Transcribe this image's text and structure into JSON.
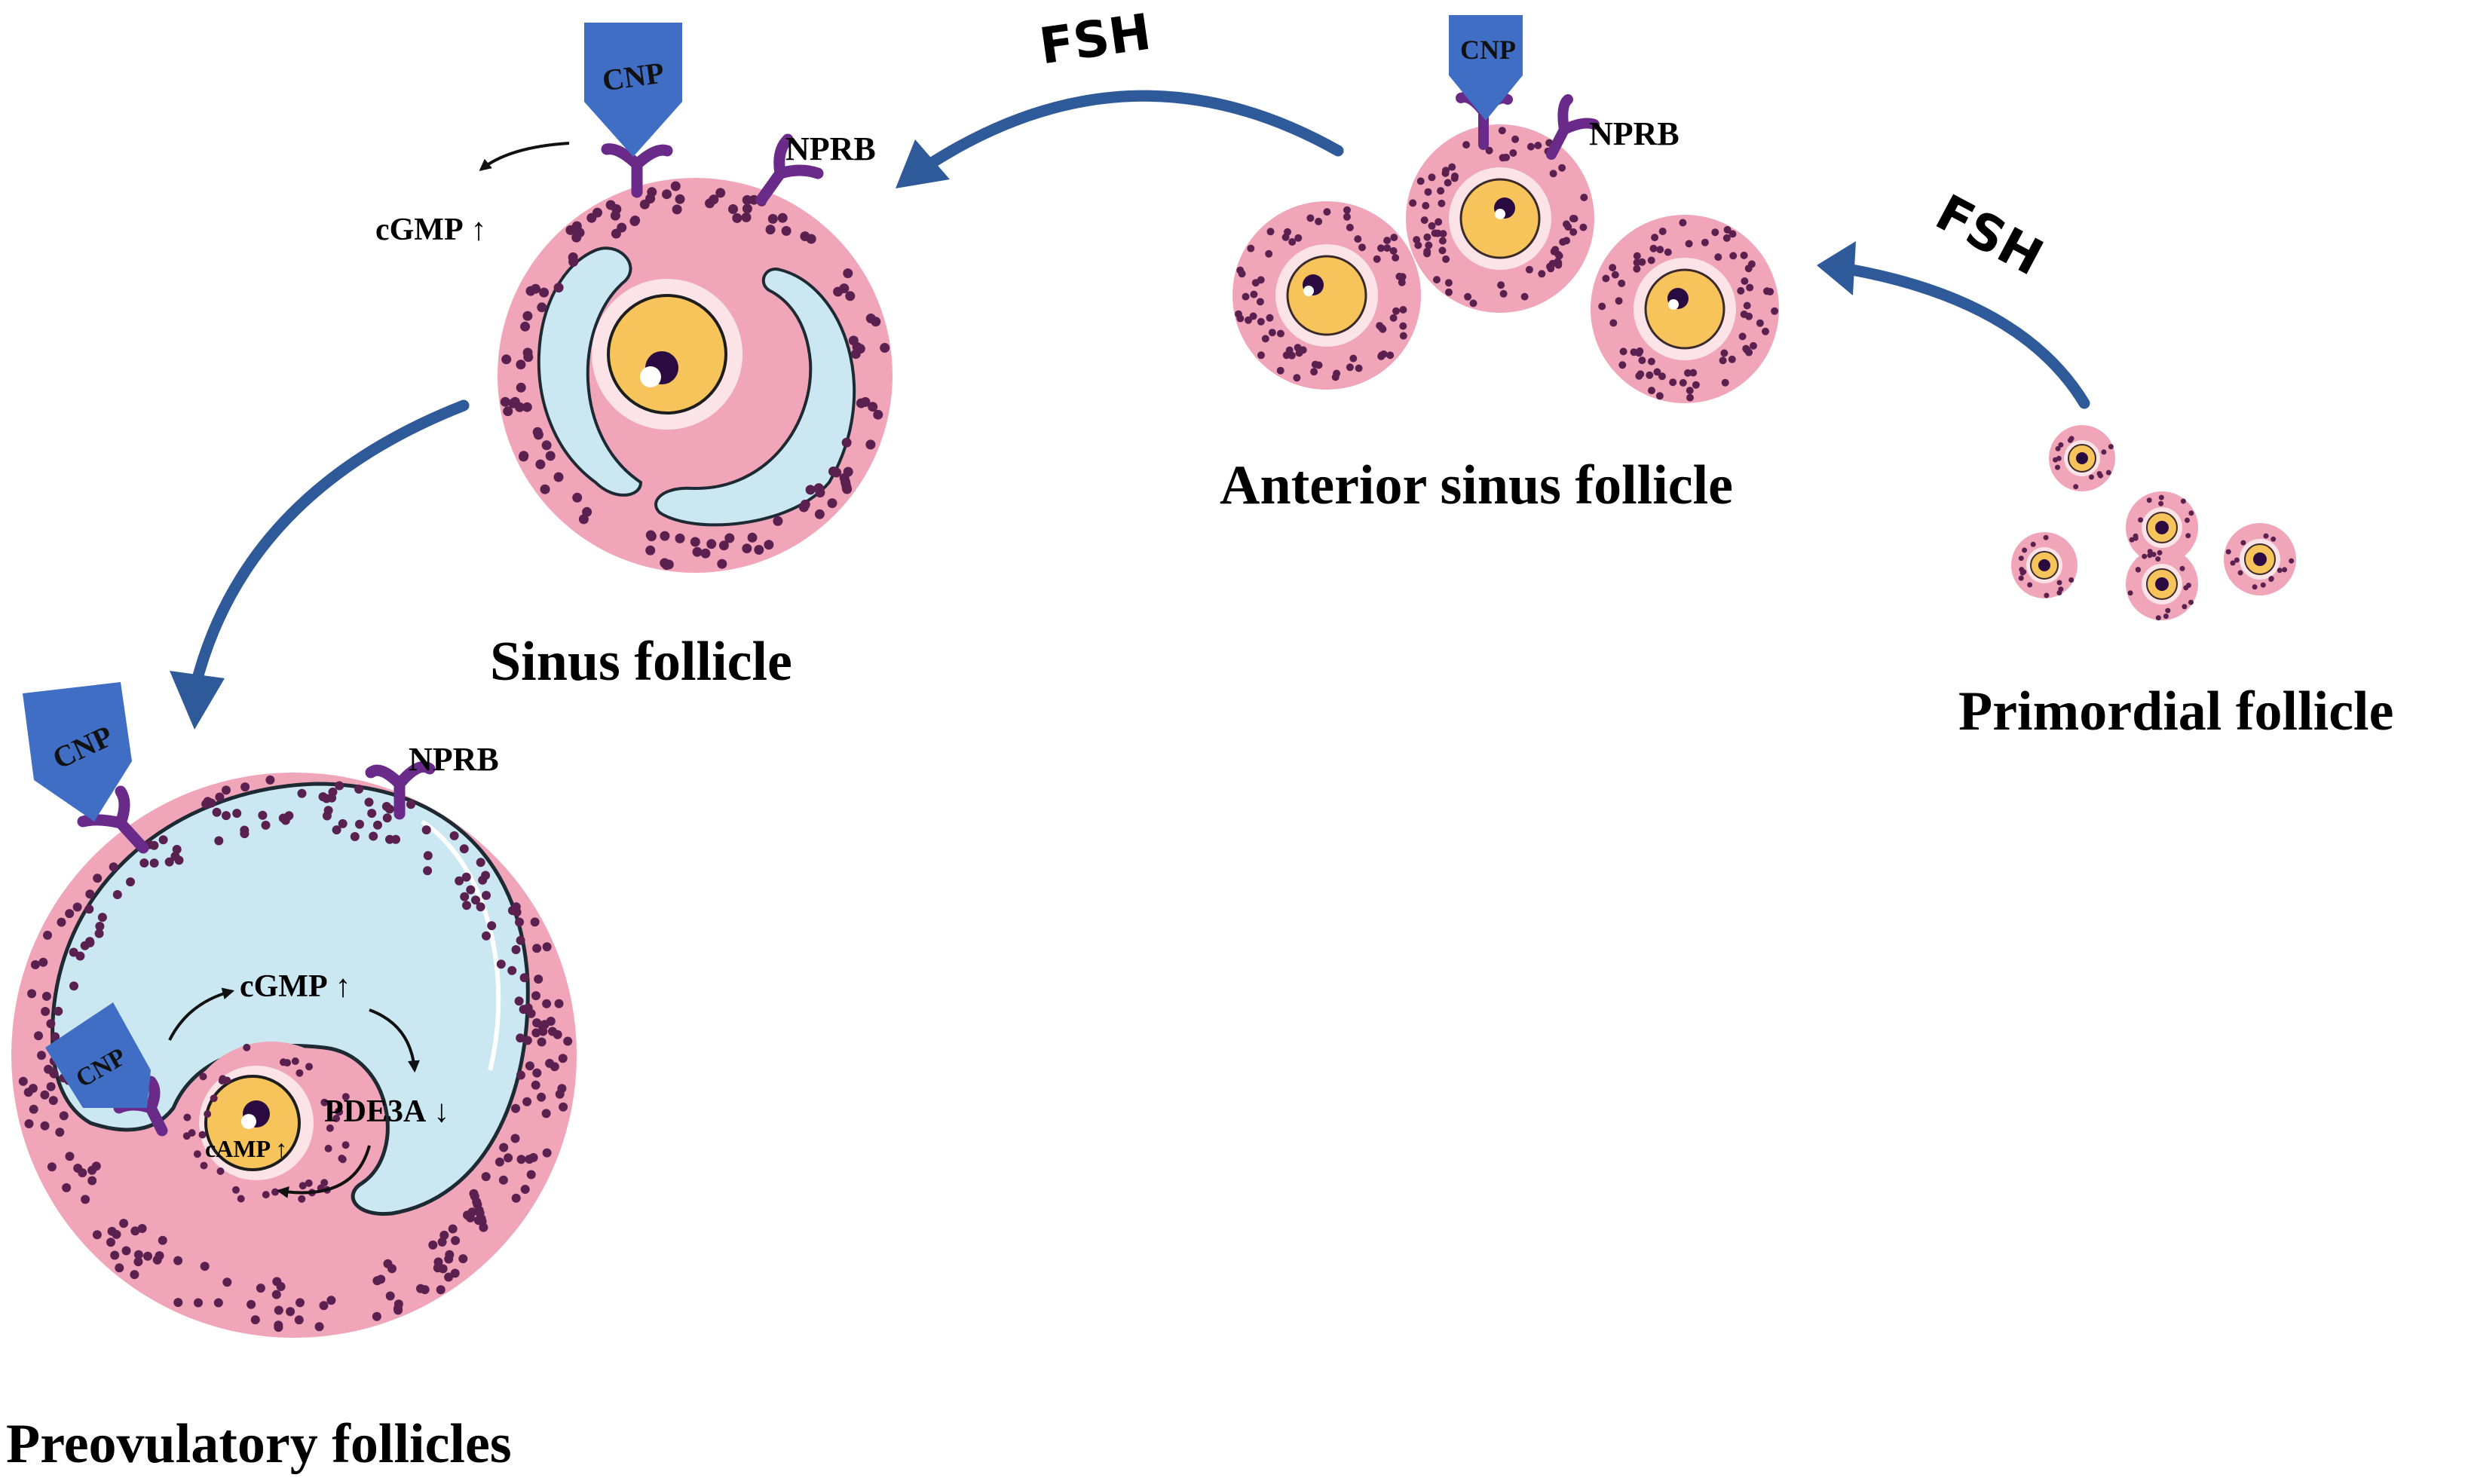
{
  "stages": {
    "primordial": "Primordial follicle",
    "anterior_sinus": "Anterior sinus follicle",
    "sinus": "Sinus follicle",
    "preovulatory": "Preovulatory follicles"
  },
  "hormones": {
    "fsh_upper": "FSH",
    "fsh_right": "FSH"
  },
  "ligands": {
    "cnp_sinus": "CNP",
    "cnp_anterior": "CNP",
    "cnp_preov_outer": "CNP",
    "cnp_preov_inner": "CNP"
  },
  "receptors": {
    "nprb_sinus": "NPRB",
    "nprb_anterior": "NPRB",
    "nprb_preov": "NPRB"
  },
  "signals": {
    "cgmp_sinus": "cGMP",
    "cgmp_preov": "cGMP",
    "pde3a": "PDE3A",
    "camp": "cAMP"
  },
  "colors": {
    "granulosa": "#f0a6b8",
    "granulosa_dot": "#5a2050",
    "antrum": "#cbe8f2",
    "oocyte": "#f6c45a",
    "nucleus": "#2a0a40",
    "zona": "#fbe3e8",
    "ligand": "#3f6ec4",
    "receptor": "#6a2a8a",
    "stage_arrow": "#2f5a9a"
  }
}
